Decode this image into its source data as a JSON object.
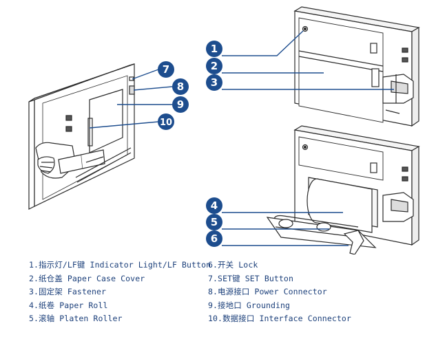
{
  "callouts": [
    {
      "number": "1"
    },
    {
      "number": "2"
    },
    {
      "number": "3"
    },
    {
      "number": "4"
    },
    {
      "number": "5"
    },
    {
      "number": "6"
    },
    {
      "number": "7"
    },
    {
      "number": "8"
    },
    {
      "number": "9"
    },
    {
      "number": "10"
    }
  ],
  "legend": {
    "left": [
      "1.指示灯/LF键 Indicator Light/LF Button",
      "2.纸仓盖 Paper Case Cover",
      "3.固定架 Fastener",
      "4.纸卷 Paper Roll",
      "5.滚轴 Platen Roller"
    ],
    "right": [
      "6.开关 Lock",
      "7.SET键 SET Button",
      "8.电源接口 Power Connector",
      "9.接地口 Grounding",
      "10.数据接口 Interface Connector"
    ]
  },
  "colors": {
    "badge": "#1d4d8e",
    "line": "#1d4d8e",
    "drawing": "#2a2a2a",
    "legend_text": "#1b3f7a"
  }
}
